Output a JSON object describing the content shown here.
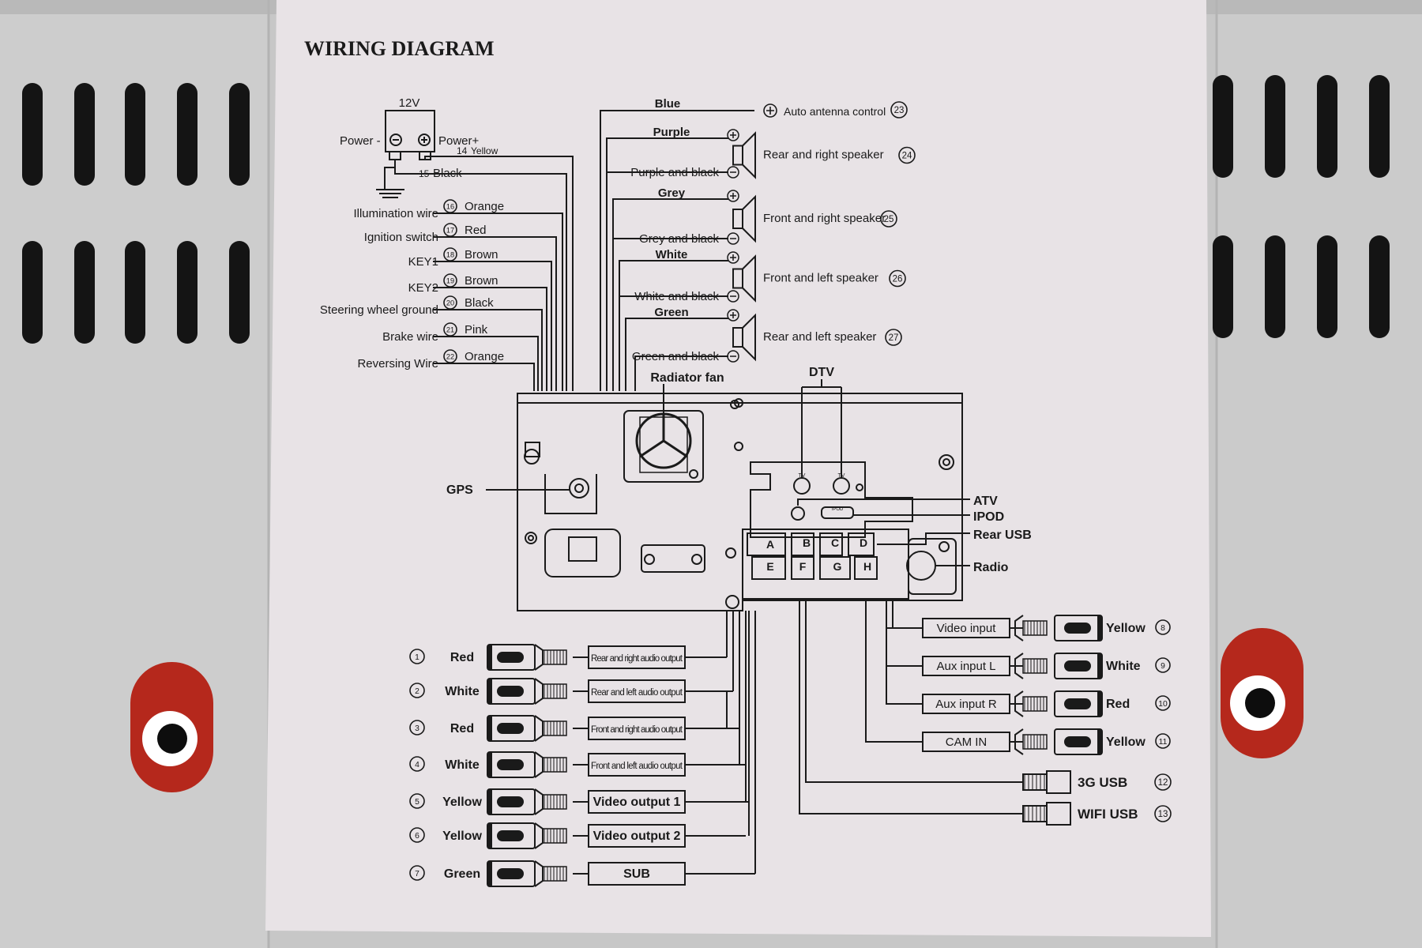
{
  "title": "WIRING DIAGRAM",
  "power": {
    "voltage": "12V",
    "minus_label": "Power -",
    "plus_label": "Power+",
    "yellow": {
      "num": "14",
      "label": "Yellow"
    },
    "black": {
      "num": "15",
      "label": "Black"
    }
  },
  "left_wires": [
    {
      "name": "Illumination wire",
      "num": "16",
      "color": "Orange"
    },
    {
      "name": "Ignition switch",
      "num": "17",
      "color": "Red"
    },
    {
      "name": "KEY1",
      "num": "18",
      "color": "Brown"
    },
    {
      "name": "KEY2",
      "num": "19",
      "color": "Brown"
    },
    {
      "name": "Steering wheel ground",
      "num": "20",
      "color": "Black"
    },
    {
      "name": "Brake wire",
      "num": "21",
      "color": "Pink"
    },
    {
      "name": "Reversing Wire",
      "num": "22",
      "color": "Orange"
    }
  ],
  "antenna": {
    "color": "Blue",
    "label": "Auto antenna control",
    "num": "23"
  },
  "speakers": [
    {
      "plus_color": "Purple",
      "minus_color": "Purple and black",
      "label": "Rear and right speaker",
      "num": "24"
    },
    {
      "plus_color": "Grey",
      "minus_color": "Grey and black",
      "label": "Front and right speaker",
      "num": "25"
    },
    {
      "plus_color": "White",
      "minus_color": "White and black",
      "label": "Front and left speaker",
      "num": "26"
    },
    {
      "plus_color": "Green",
      "minus_color": "Green and black",
      "label": "Rear and left speaker",
      "num": "27"
    }
  ],
  "unit_labels": {
    "radiator_fan": "Radiator fan",
    "dtv": "DTV",
    "gps": "GPS",
    "atv": "ATV",
    "ipod": "IPOD",
    "rear_usb": "Rear USB",
    "radio": "Radio",
    "tv": "TV",
    "ipod_small": "IPOD",
    "connectors": [
      "A",
      "B",
      "C",
      "D",
      "E",
      "F",
      "G",
      "H"
    ]
  },
  "rca_left": [
    {
      "num": "1",
      "color": "Red",
      "label": "Rear and right audio output"
    },
    {
      "num": "2",
      "color": "White",
      "label": "Rear and left audio output"
    },
    {
      "num": "3",
      "color": "Red",
      "label": "Front and right audio output"
    },
    {
      "num": "4",
      "color": "White",
      "label": "Front and left audio output"
    },
    {
      "num": "5",
      "color": "Yellow",
      "label": "Video output 1"
    },
    {
      "num": "6",
      "color": "Yellow",
      "label": "Video output 2"
    },
    {
      "num": "7",
      "color": "Green",
      "label": "SUB"
    }
  ],
  "rca_right": [
    {
      "num": "8",
      "color": "Yellow",
      "label": "Video input"
    },
    {
      "num": "9",
      "color": "White",
      "label": "Aux input L"
    },
    {
      "num": "10",
      "color": "Red",
      "label": "Aux input R"
    },
    {
      "num": "11",
      "color": "Yellow",
      "label": "CAM IN"
    }
  ],
  "usb": [
    {
      "num": "12",
      "label": "3G  USB"
    },
    {
      "num": "13",
      "label": "WIFI  USB"
    }
  ]
}
